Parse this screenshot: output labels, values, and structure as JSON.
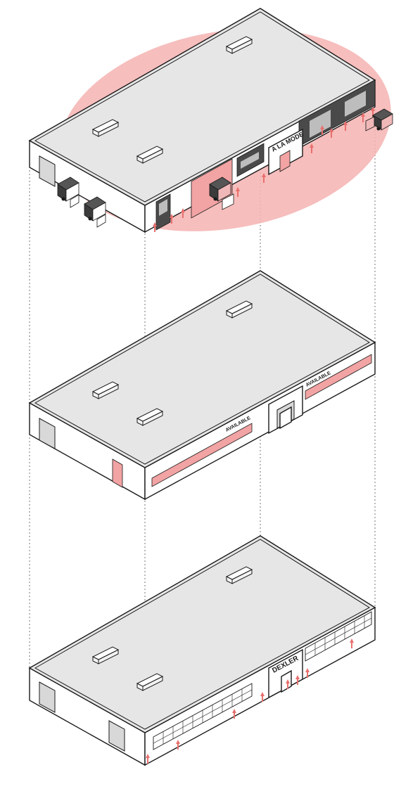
{
  "diagram": {
    "highlight_color": "#f2a3a3",
    "arrow_color": "#e8706e",
    "roof_color": "#e6e6e6",
    "layers": [
      {
        "sign": "A LA MODE",
        "icons": [
          "mural-panel",
          "loading-dock-door",
          "truck-icon",
          "up-arrow-icon"
        ]
      },
      {
        "signs": [
          "AVAILABLE",
          "AVAILABLE"
        ],
        "icons": [
          "vacant-banner",
          "entrance-portal"
        ]
      },
      {
        "sign": "DEXLER",
        "icons": [
          "window-grid",
          "up-arrow-icon"
        ]
      }
    ]
  }
}
